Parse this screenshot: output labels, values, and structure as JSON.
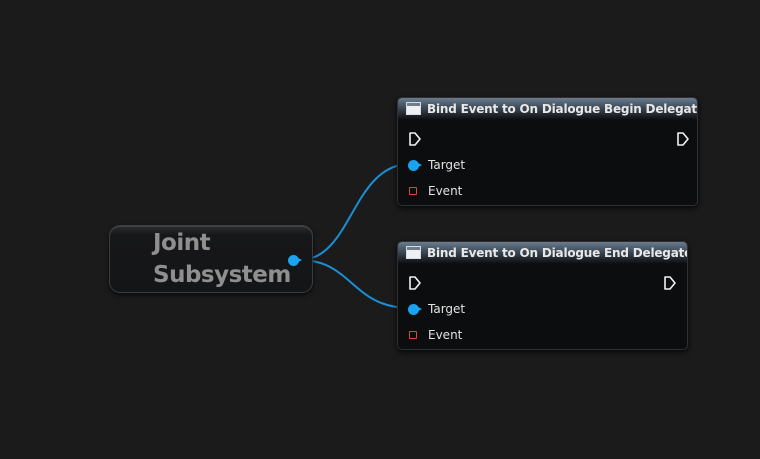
{
  "graph": {
    "getter_node": {
      "title_line1": "Joint",
      "title_line2": "Subsystem",
      "pin_color": "#1aa3f0"
    },
    "bind_nodes": [
      {
        "title": "Bind Event to On Dialogue Begin Delegate",
        "icon": "function-icon",
        "pins": {
          "exec_in": "exec-in-icon",
          "exec_out": "exec-out-icon",
          "target_label": "Target",
          "event_label": "Event"
        }
      },
      {
        "title": "Bind Event to On Dialogue End Delegate",
        "icon": "function-icon",
        "pins": {
          "exec_in": "exec-in-icon",
          "exec_out": "exec-out-icon",
          "target_label": "Target",
          "event_label": "Event"
        }
      }
    ],
    "colors": {
      "background": "#1b1b1c",
      "object_pin": "#1aa3f0",
      "delegate_pin": "#e8403c",
      "wire": "#1a8fd6"
    }
  }
}
